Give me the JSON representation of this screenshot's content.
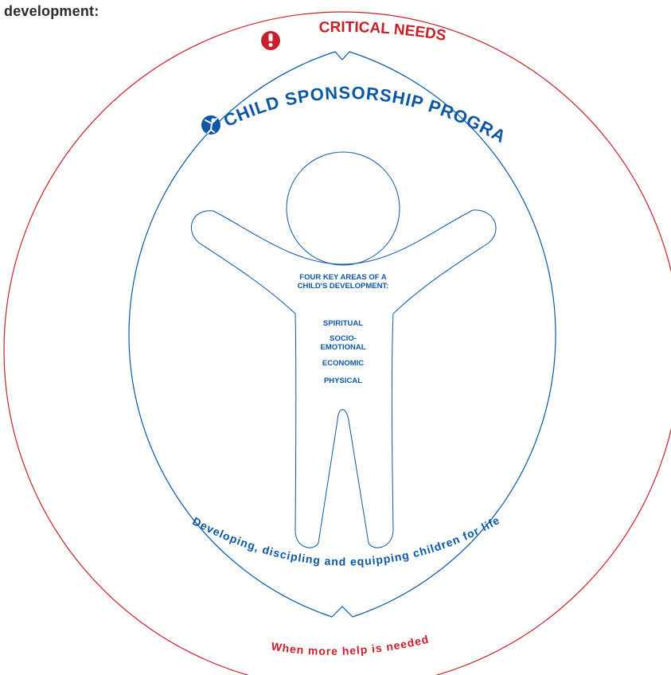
{
  "page": {
    "heading": "development:"
  },
  "colors": {
    "red": "#c8202a",
    "blue": "#0c57a4",
    "dark_text": "#2b2b2b"
  },
  "outer_ring": {
    "label_top": "CRITICAL NEEDS",
    "label_top_icon": "exclamation-icon",
    "label_bottom": "When more help is needed"
  },
  "inner_circle": {
    "title": "CHILD SPONSORSHIP PROGRAM",
    "title_icon": "child-figure-icon",
    "tagline": "Developing, discipling and equipping children for life"
  },
  "child_figure": {
    "key_areas_title_line1": "FOUR KEY AREAS OF A",
    "key_areas_title_line2": "CHILD'S DEVELOPMENT:",
    "areas": [
      {
        "label_line1": "SPIRITUAL",
        "label_line2": ""
      },
      {
        "label_line1": "SOCIO-",
        "label_line2": "EMOTIONAL"
      },
      {
        "label_line1": "ECONOMIC",
        "label_line2": ""
      },
      {
        "label_line1": "PHYSICAL",
        "label_line2": ""
      }
    ]
  }
}
